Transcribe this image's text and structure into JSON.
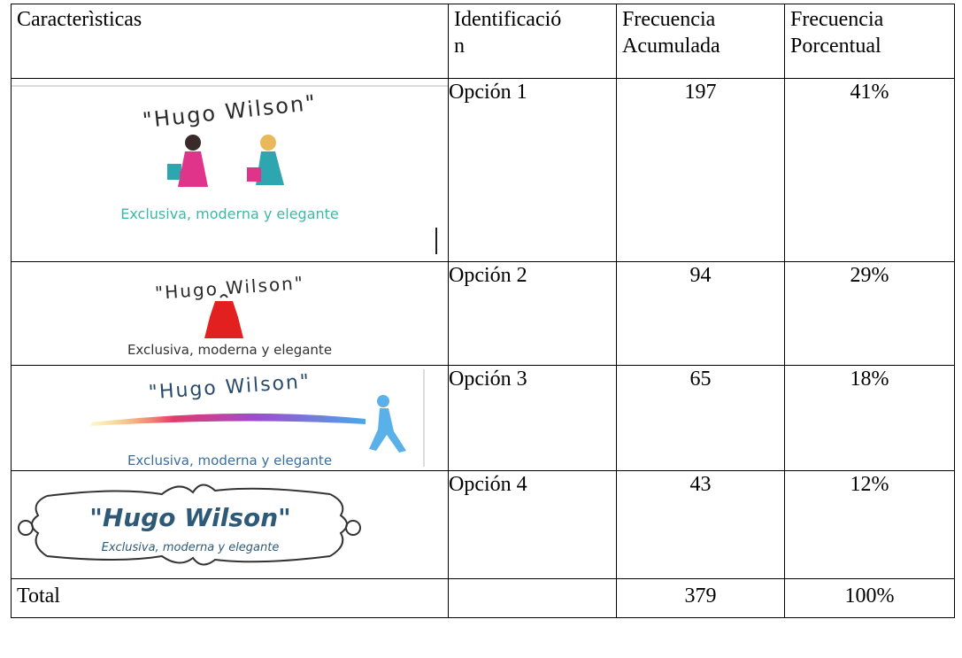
{
  "header": {
    "col1": "Caracterìsticas",
    "col2": "Identificació\nn",
    "col3": "Frecuencia Acumulada",
    "col4": "Frecuencia Porcentual"
  },
  "rows": [
    {
      "logo": {
        "brand": "\"Hugo Wilson\"",
        "tagline": "Exclusiva, moderna y elegante",
        "tagline_color": "#3cb8a8",
        "icon": "shopping-women-icon"
      },
      "id": "Opción 1",
      "freq": "197",
      "pct": "41%"
    },
    {
      "logo": {
        "brand": "\"Hugo Wilson\"",
        "tagline": "Exclusiva, moderna y elegante",
        "tagline_color": "#333333",
        "icon": "red-dress-icon"
      },
      "id": "Opción 2",
      "freq": "94",
      "pct": "29%"
    },
    {
      "logo": {
        "brand": "\"Hugo Wilson\"",
        "tagline": "Exclusiva, moderna y elegante",
        "tagline_color": "#3a6ea0",
        "icon": "dancer-icon"
      },
      "id": "Opción 3",
      "freq": "65",
      "pct": "18%"
    },
    {
      "logo": {
        "brand": "\"Hugo Wilson\"",
        "tagline": "Exclusiva, moderna y elegante",
        "tagline_color": "#2e5a78",
        "icon": "ornamental-frame-icon"
      },
      "id": "Opción 4",
      "freq": "43",
      "pct": "12%"
    }
  ],
  "total": {
    "label": "Total",
    "id": "",
    "freq": "379",
    "pct": "100%"
  }
}
